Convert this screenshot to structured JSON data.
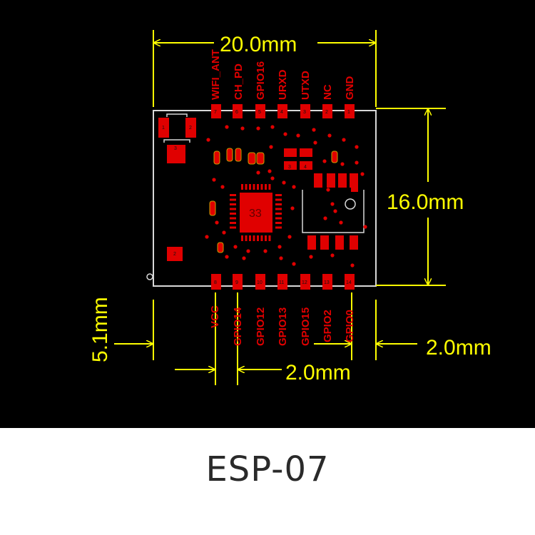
{
  "caption": "ESP-07",
  "dimensions": {
    "width": "20.0mm",
    "height": "16.0mm",
    "pitch_edge_left": "5.1mm",
    "edge_right": "2.0mm",
    "pitch": "2.0mm"
  },
  "pins_top": [
    {
      "num": "7",
      "name": "WIFI_ANT"
    },
    {
      "num": "6",
      "name": "CH_PD"
    },
    {
      "num": "5",
      "name": "GPIO16"
    },
    {
      "num": "4",
      "name": "URXD"
    },
    {
      "num": "3",
      "name": "UTXD"
    },
    {
      "num": "2",
      "name": "NC"
    },
    {
      "num": "1",
      "name": "GND"
    }
  ],
  "pins_bottom": [
    {
      "num": "8",
      "name": "VCC"
    },
    {
      "num": "9",
      "name": "GPIO14"
    },
    {
      "num": "10",
      "name": "GPIO12"
    },
    {
      "num": "11",
      "name": "GPIO13"
    },
    {
      "num": "12",
      "name": "GPIO15"
    },
    {
      "num": "13",
      "name": "GPIO2"
    },
    {
      "num": "14",
      "name": "GPIO0"
    }
  ],
  "chip_label": "33",
  "component_labels": {
    "c1": "1",
    "c2": "2",
    "c3": "3",
    "r2": "2",
    "q1": "1",
    "q2": "2",
    "q3": "3",
    "q4": "4"
  },
  "colors": {
    "dimension": "#ffff00",
    "copper": "#e00000",
    "outline": "#d8d8d8",
    "background": "#000000"
  }
}
